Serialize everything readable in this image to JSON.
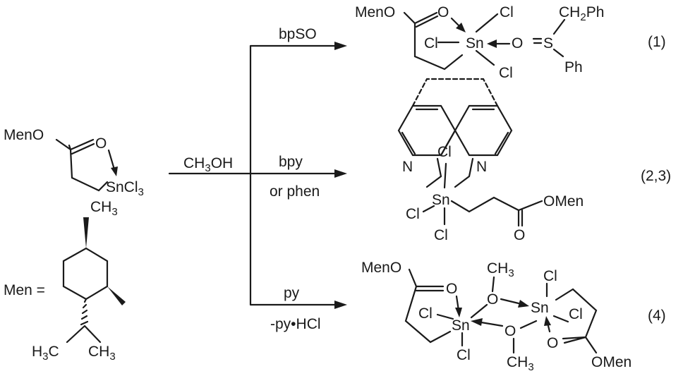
{
  "reagent": {
    "start_meno": "MenO",
    "start_o": "O",
    "start_sncl3": "SnCl3",
    "solvent": "CH3OH"
  },
  "men_def": {
    "label": "Men =",
    "ch3_top": "CH3",
    "h3c": "H3C",
    "ch3_bottom": "CH3"
  },
  "branches": [
    {
      "above": "bpSO",
      "below": ""
    },
    {
      "above": "bpy",
      "below": "or phen"
    },
    {
      "above": "py",
      "below": "-py•HCl"
    }
  ],
  "product1": {
    "meno": "MenO",
    "o_carbonyl": "O",
    "sn": "Sn",
    "cl_top": "Cl",
    "cl_left": "Cl",
    "cl_bottom": "Cl",
    "o_sulfoxide": "O",
    "s": "S",
    "ch2ph": "CH2Ph",
    "ph": "Ph",
    "number": "(1)"
  },
  "product2": {
    "n_left": "N",
    "n_right": "N",
    "cl_top": "Cl",
    "sn": "Sn",
    "cl_left": "Cl",
    "cl_bottom": "Cl",
    "o_carbonyl": "O",
    "omen": "OMen",
    "number": "(2,3)"
  },
  "product4": {
    "meno": "MenO",
    "o1": "O",
    "cl1": "Cl",
    "sn1": "Sn",
    "cl2": "Cl",
    "ch3_top": "CH3",
    "o_top": "O",
    "sn2": "Sn",
    "cl3": "Cl",
    "cl4": "Cl",
    "o_bottom": "O",
    "ch3_bottom": "CH3",
    "o2": "O",
    "omen": "OMen",
    "number": "(4)"
  }
}
